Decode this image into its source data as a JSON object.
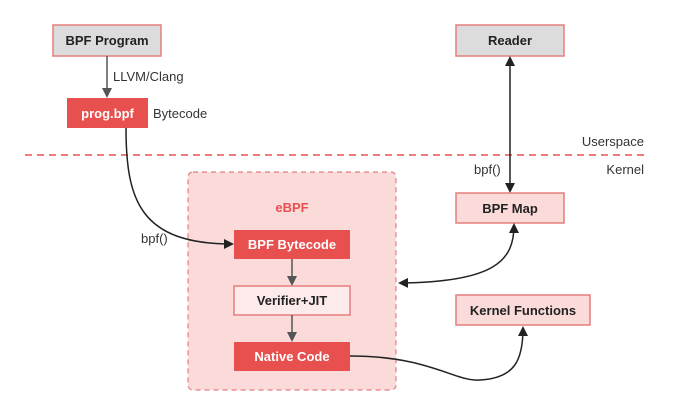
{
  "nodes": {
    "bpf_program": "BPF Program",
    "prog_bpf": "prog.bpf",
    "reader": "Reader",
    "bpf_map": "BPF Map",
    "ebpf_title": "eBPF",
    "bpf_bytecode": "BPF Bytecode",
    "verifier_jit": "Verifier+JIT",
    "native_code": "Native Code",
    "kernel_functions": "Kernel Functions"
  },
  "labels": {
    "llvm_clang": "LLVM/Clang",
    "bytecode": "Bytecode",
    "userspace": "Userspace",
    "kernel": "Kernel",
    "bpf_call_left": "bpf()",
    "bpf_call_right": "bpf()"
  },
  "colors": {
    "red": "#e8504f",
    "light_pink": "#fbdada",
    "gray_fill": "#dcdcdc",
    "border_pink": "#e57e7e",
    "dashed_line": "#e8504f",
    "arrow": "#222222",
    "dark_arrow": "#555555"
  }
}
